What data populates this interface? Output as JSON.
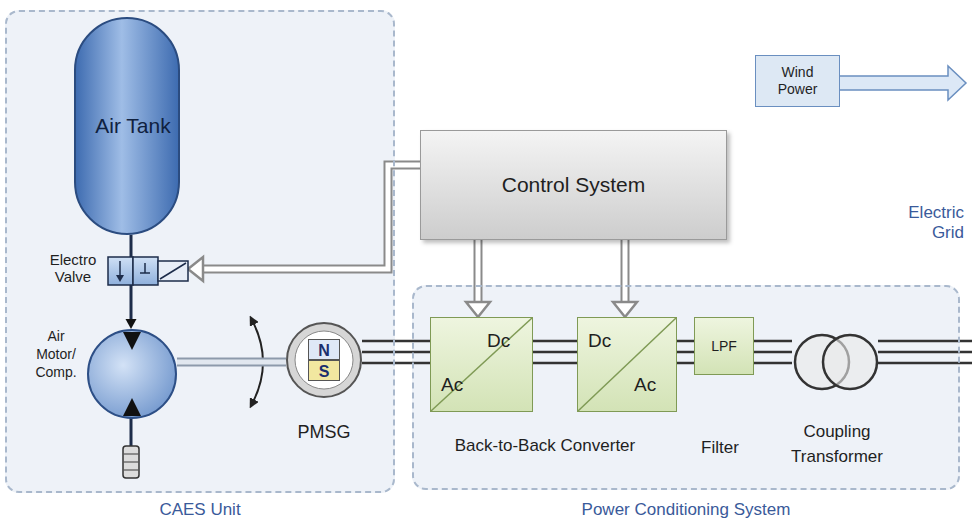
{
  "diagram": {
    "nodes": [
      {
        "text": [
          "CAES Unit"
        ]
      },
      {
        "text": [
          "Air Tank"
        ],
        "in": 0
      },
      {
        "text": [
          "Electro Valve"
        ],
        "in": 0
      },
      {
        "text": [
          "Air Motor/ Comp."
        ],
        "in": 0
      },
      {
        "text": [
          "N",
          "S",
          "PMSG"
        ],
        "in": 0
      },
      {
        "text": [
          "Control System"
        ]
      },
      {
        "text": [
          "Wind Power"
        ]
      },
      {
        "text": [
          "Power Conditioning System"
        ]
      },
      {
        "text": [
          "Dc",
          "Ac"
        ],
        "in": 7
      },
      {
        "text": [
          "Dc",
          "Ac"
        ],
        "in": 7
      },
      {
        "text": [
          "LPF",
          "Filter"
        ],
        "in": 7
      },
      {
        "text": [
          "Coupling Transformer"
        ],
        "in": 7
      }
    ],
    "edges": [
      {
        "from": 5,
        "to": 2,
        "arrow": "to"
      },
      {
        "from": 5,
        "to": 8,
        "arrow": "to"
      },
      {
        "from": 5,
        "to": 9,
        "arrow": "to"
      },
      {
        "from": 1,
        "to": 2,
        "arrow": "none"
      },
      {
        "from": 2,
        "to": 3,
        "arrow": "to"
      },
      {
        "from": 3,
        "to": 4,
        "arrow": "none"
      },
      {
        "from": 4,
        "to": 8,
        "arrow": "none"
      },
      {
        "from": 8,
        "to": 9,
        "arrow": "none"
      },
      {
        "from": 9,
        "to": 10,
        "arrow": "none"
      },
      {
        "from": 10,
        "to": 11,
        "arrow": "none"
      }
    ],
    "labels": [
      "Back-to-Back Converter",
      "Electric Grid"
    ]
  }
}
